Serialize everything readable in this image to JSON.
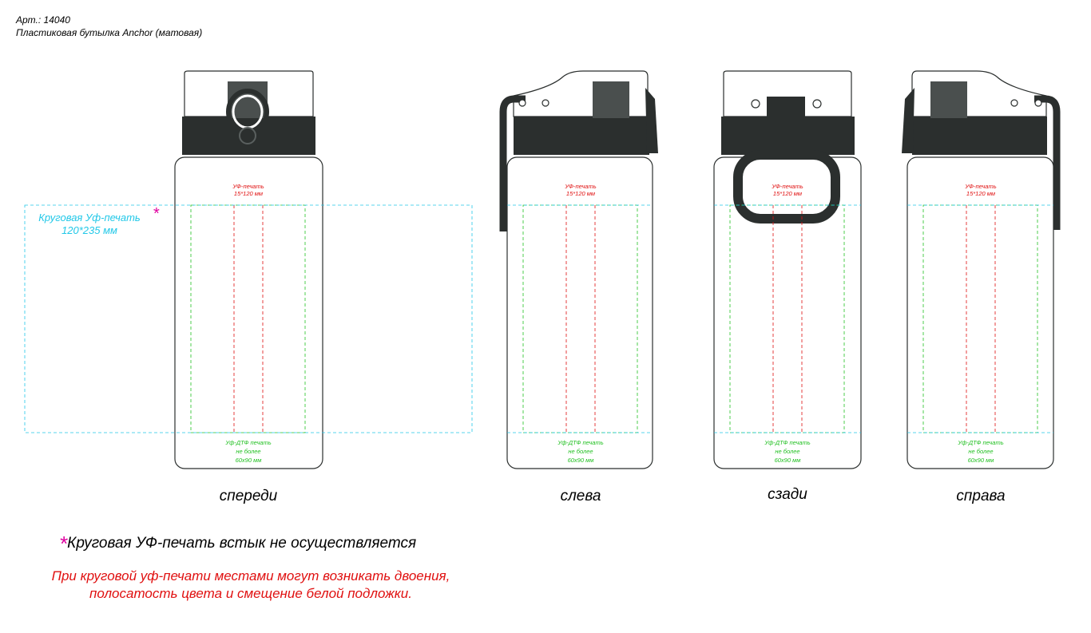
{
  "header": {
    "article": "Арт.: 14040",
    "product": "Пластиковая бутылка Anchor (матовая)"
  },
  "print_areas": {
    "uv_title": "УФ-печать",
    "uv_size": "15*120 мм",
    "dtf_line1": "Уф-ДТФ печать",
    "dtf_line2": "не более",
    "dtf_line3": "60x90 мм",
    "circular_line1": "Круговая Уф-печать",
    "circular_line2": "120*235 мм",
    "star": "*"
  },
  "views": {
    "front": "спереди",
    "left": "слева",
    "back": "сзади",
    "right": "справа"
  },
  "notes": {
    "star": "*",
    "no_seam": "Круговая УФ-печать встык не осуществляется",
    "warning_line1": "При круговой уф-печати местами могут возникать двоения,",
    "warning_line2": "полосатость цвета и смещение белой подложки."
  },
  "colors": {
    "cap_dark": "#2b2f2e",
    "grey_insert": "#4a4f4e",
    "uv_guide": "#e01010",
    "dtf_guide": "#22c022",
    "circular_guide": "#22c8e8",
    "star": "#e000a0"
  }
}
